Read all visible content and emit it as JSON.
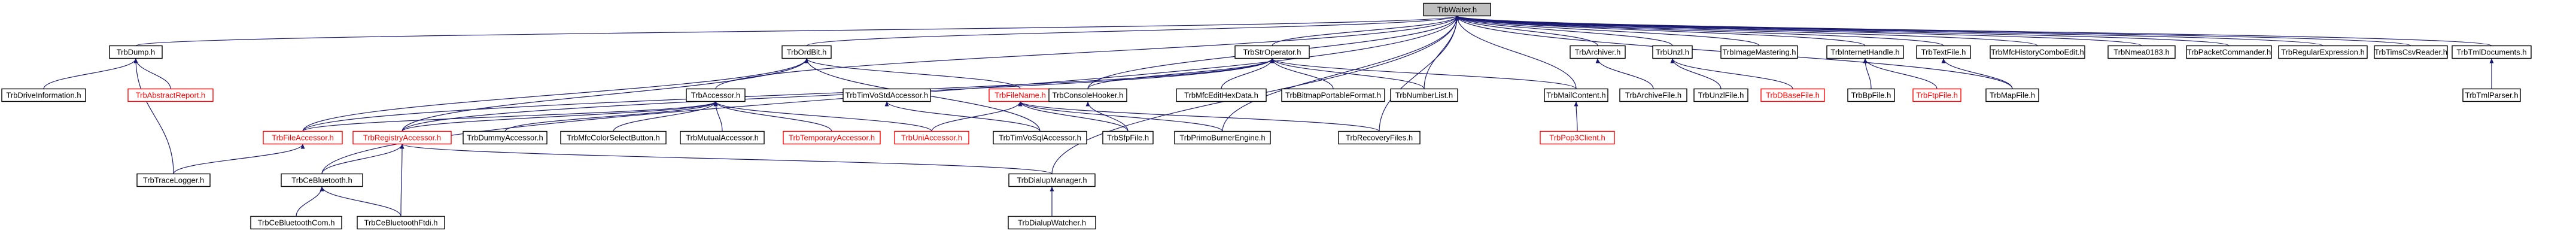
{
  "diagram": {
    "nodes": [
      {
        "id": "tw",
        "label": "TrbWaiter.h",
        "focus": true
      },
      {
        "id": "dump",
        "label": "TrbDump.h"
      },
      {
        "id": "drvinfo",
        "label": "TrbDriveInformation.h"
      },
      {
        "id": "absrep",
        "label": "TrbAbstractReport.h",
        "missing": true
      },
      {
        "id": "tracelog",
        "label": "TrbTraceLogger.h"
      },
      {
        "id": "ceblue",
        "label": "TrbCeBluetooth.h"
      },
      {
        "id": "cebluecom",
        "label": "TrbCeBluetoothCom.h"
      },
      {
        "id": "ceblueftdi",
        "label": "TrbCeBluetoothFtdi.h"
      },
      {
        "id": "fileacc",
        "label": "TrbFileAccessor.h",
        "missing": true
      },
      {
        "id": "regacc",
        "label": "TrbRegistryAccessor.h",
        "missing": true
      },
      {
        "id": "dialupmgr",
        "label": "TrbDialupManager.h"
      },
      {
        "id": "dialupwatch",
        "label": "TrbDialupWatcher.h"
      },
      {
        "id": "ordbit",
        "label": "TrbOrdBit.h"
      },
      {
        "id": "accessor",
        "label": "TrbAccessor.h"
      },
      {
        "id": "dummyacc",
        "label": "TrbDummyAccessor.h"
      },
      {
        "id": "mfcsel",
        "label": "TrbMfcColorSelectButton.h"
      },
      {
        "id": "mutualacc",
        "label": "TrbMutualAccessor.h"
      },
      {
        "id": "tempacc",
        "label": "TrbTemporaryAccessor.h",
        "missing": true
      },
      {
        "id": "uniacc",
        "label": "TrbUniAccessor.h",
        "missing": true
      },
      {
        "id": "timvoacc",
        "label": "TrbTimVoStdAccessor.h"
      },
      {
        "id": "filename",
        "label": "TrbFileName.h",
        "missing": true
      },
      {
        "id": "timvosql",
        "label": "TrbTimVoSqlAccessor.h"
      },
      {
        "id": "conshook",
        "label": "TrbConsoleHooker.h"
      },
      {
        "id": "sfpfile",
        "label": "TrbSfpFile.h"
      },
      {
        "id": "primo",
        "label": "TrbPrimoBurnerEngine.h"
      },
      {
        "id": "stropr",
        "label": "TrbStrOperator.h"
      },
      {
        "id": "mfcedit",
        "label": "TrbMfcEditHexData.h"
      },
      {
        "id": "bitmap",
        "label": "TrbBitmapPortableFormat.h"
      },
      {
        "id": "numlist",
        "label": "TrbNumberList.h"
      },
      {
        "id": "recfiles",
        "label": "TrbRecoveryFiles.h"
      },
      {
        "id": "mailcont",
        "label": "TrbMailContent.h"
      },
      {
        "id": "pop3",
        "label": "TrbPop3Client.h",
        "missing": true
      },
      {
        "id": "archiver",
        "label": "TrbArchiver.h"
      },
      {
        "id": "archfile",
        "label": "TrbArchiveFile.h"
      },
      {
        "id": "unzl",
        "label": "TrbUnzl.h"
      },
      {
        "id": "unzlfile",
        "label": "TrbUnzlFile.h"
      },
      {
        "id": "dbase",
        "label": "TrbDBaseFile.h",
        "missing": true
      },
      {
        "id": "imgmast",
        "label": "TrbImageMastering.h"
      },
      {
        "id": "inethandle",
        "label": "TrbInternetHandle.h"
      },
      {
        "id": "bpfile",
        "label": "TrbBpFile.h"
      },
      {
        "id": "ftpfile",
        "label": "TrbFtpFile.h",
        "missing": true
      },
      {
        "id": "textfile",
        "label": "TrbTextFile.h"
      },
      {
        "id": "mapfile",
        "label": "TrbMapFile.h"
      },
      {
        "id": "mfchist",
        "label": "TrbMfcHistoryComboEdit.h"
      },
      {
        "id": "nmea",
        "label": "TrbNmea0183.h"
      },
      {
        "id": "packet",
        "label": "TrbPacketCommander.h"
      },
      {
        "id": "regex",
        "label": "TrbRegularExpression.h"
      },
      {
        "id": "timscsv",
        "label": "TrbTimsCsvReader.h"
      },
      {
        "id": "tmldocs",
        "label": "TrbTmlDocuments.h"
      },
      {
        "id": "tmlparser",
        "label": "TrbTmlParser.h"
      }
    ],
    "edges": [
      [
        "dump",
        "tw"
      ],
      [
        "ordbit",
        "tw"
      ],
      [
        "accessor",
        "tw"
      ],
      [
        "stropr",
        "tw"
      ],
      [
        "conshook",
        "tw"
      ],
      [
        "primo",
        "tw"
      ],
      [
        "numlist",
        "tw"
      ],
      [
        "recfiles",
        "tw"
      ],
      [
        "mailcont",
        "tw"
      ],
      [
        "archiver",
        "tw"
      ],
      [
        "unzl",
        "tw"
      ],
      [
        "imgmast",
        "tw"
      ],
      [
        "inethandle",
        "tw"
      ],
      [
        "textfile",
        "tw"
      ],
      [
        "mapfile",
        "tw"
      ],
      [
        "mfchist",
        "tw"
      ],
      [
        "nmea",
        "tw"
      ],
      [
        "packet",
        "tw"
      ],
      [
        "regex",
        "tw"
      ],
      [
        "timscsv",
        "tw"
      ],
      [
        "tmldocs",
        "tw"
      ],
      [
        "ceblue",
        "tw"
      ],
      [
        "dialupmgr",
        "tw"
      ],
      [
        "drvinfo",
        "dump"
      ],
      [
        "absrep",
        "dump"
      ],
      [
        "tracelog",
        "dump"
      ],
      [
        "fileacc",
        "ordbit"
      ],
      [
        "regacc",
        "ordbit"
      ],
      [
        "timvosql",
        "ordbit"
      ],
      [
        "filename",
        "ordbit"
      ],
      [
        "fileacc",
        "accessor"
      ],
      [
        "regacc",
        "accessor"
      ],
      [
        "dummyacc",
        "accessor"
      ],
      [
        "mfcsel",
        "accessor"
      ],
      [
        "mutualacc",
        "accessor"
      ],
      [
        "tempacc",
        "accessor"
      ],
      [
        "uniacc",
        "accessor"
      ],
      [
        "timvosql",
        "timvoacc"
      ],
      [
        "uniacc",
        "filename"
      ],
      [
        "sfpfile",
        "filename"
      ],
      [
        "primo",
        "filename"
      ],
      [
        "recfiles",
        "filename"
      ],
      [
        "conshook",
        "stropr"
      ],
      [
        "mfcedit",
        "stropr"
      ],
      [
        "bitmap",
        "stropr"
      ],
      [
        "numlist",
        "stropr"
      ],
      [
        "mailcont",
        "stropr"
      ],
      [
        "regacc",
        "stropr"
      ],
      [
        "fileacc",
        "stropr"
      ],
      [
        "sfpfile",
        "conshook"
      ],
      [
        "pop3",
        "mailcont"
      ],
      [
        "archfile",
        "archiver"
      ],
      [
        "unzlfile",
        "unzl"
      ],
      [
        "dbase",
        "unzl"
      ],
      [
        "bpfile",
        "inethandle"
      ],
      [
        "ftpfile",
        "inethandle"
      ],
      [
        "mapfile",
        "textfile"
      ],
      [
        "tmlparser",
        "tmldocs"
      ],
      [
        "tracelog",
        "fileacc"
      ],
      [
        "ceblue",
        "regacc"
      ],
      [
        "ceblueftdi",
        "regacc"
      ],
      [
        "dialupmgr",
        "regacc"
      ],
      [
        "cebluecom",
        "ceblue"
      ],
      [
        "ceblueftdi",
        "ceblue"
      ],
      [
        "dialupwatch",
        "dialupmgr"
      ]
    ]
  }
}
